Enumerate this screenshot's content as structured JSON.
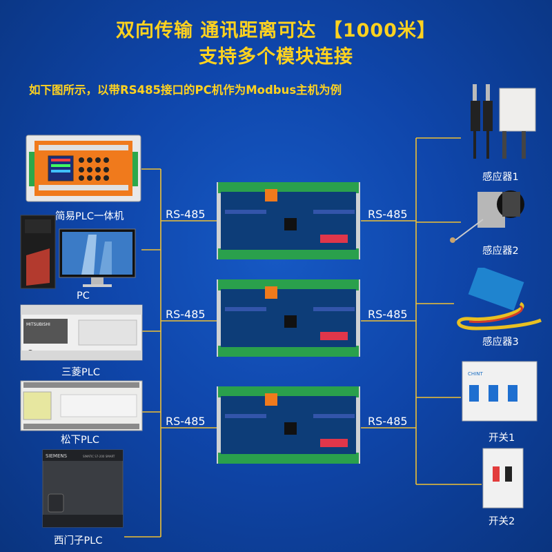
{
  "header": {
    "title_line1": "双向传输 通讯距离可达 【1000米】",
    "title_line2": "支持多个模块连接",
    "subtitle": "如下图所示，以带RS485接口的PC机作为Modbus主机为例"
  },
  "left_devices": [
    {
      "label": "简易PLC一体机"
    },
    {
      "label": "PC"
    },
    {
      "label": "三菱PLC"
    },
    {
      "label": "松下PLC"
    },
    {
      "label": "西门子PLC"
    }
  ],
  "right_devices": [
    {
      "label": "感应器1"
    },
    {
      "label": "感应器2"
    },
    {
      "label": "感应器3"
    },
    {
      "label": "开关1"
    },
    {
      "label": "开关2"
    }
  ],
  "device_prints": {
    "mitsubishi_brand": "MITSUBISHI",
    "siemens_brand": "SIEMENS",
    "siemens_model": "SIMATIC S7-200 SMART",
    "breaker_brand": "CHINT"
  },
  "links": [
    {
      "left": "RS-485",
      "right": "RS-485"
    },
    {
      "left": "RS-485",
      "right": "RS-485"
    },
    {
      "left": "RS-485",
      "right": "RS-485"
    }
  ],
  "colors": {
    "accent": "#ffd21f",
    "line": "#f2c232",
    "background": "#0f46ab"
  }
}
